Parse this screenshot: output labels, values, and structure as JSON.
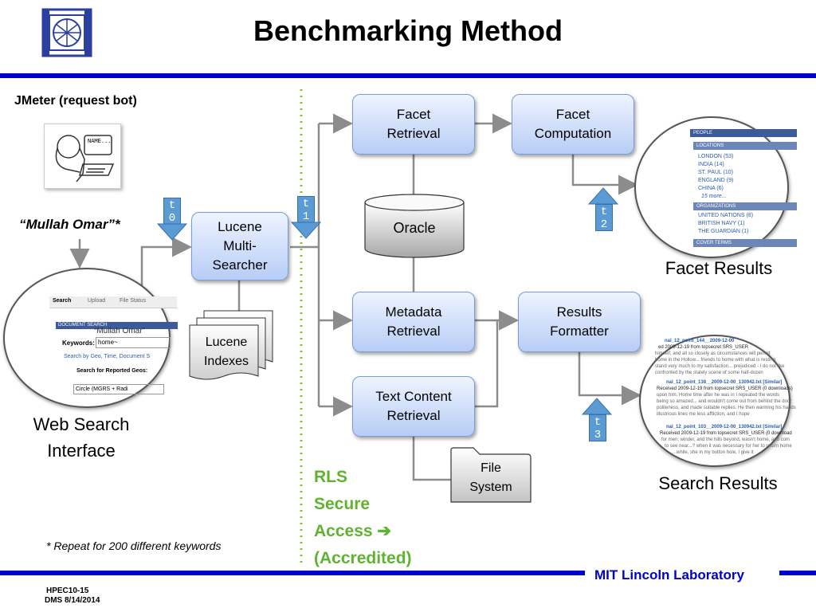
{
  "title": "Benchmarking Method",
  "jmeter_label": "JMeter (request bot)",
  "bot_scribble": "NAME...",
  "mullah_label": "“Mullah Omar”*",
  "boxes": {
    "lucene_searcher": "Lucene\nMulti-\nSearcher",
    "lucene_indexes": "Lucene\nIndexes",
    "facet_retrieval": "Facet\nRetrieval",
    "facet_computation": "Facet\nComputation",
    "oracle": "Oracle",
    "metadata_retrieval": "Metadata\nRetrieval",
    "results_formatter": "Results\nFormatter",
    "text_content_retrieval": "Text Content\nRetrieval",
    "file_system": "File\nSystem"
  },
  "timers": {
    "t0": "t\n0",
    "t1": "t\n1",
    "t2": "t\n2",
    "t3": "t\n3"
  },
  "facet_results_label": "Facet Results",
  "search_results_label": "Search Results",
  "web_search_label": "Web Search\nInterface",
  "rls_label": "RLS\nSecure\nAccess ➔\n(Accredited)",
  "footnote": "* Repeat for 200 different keywords",
  "footer": {
    "code": "HPEC10-15",
    "date": "DMS 8/14/2014",
    "lab": "MIT Lincoln Laboratory"
  },
  "web_search_ui": {
    "tabs": [
      "Search",
      "Upload",
      "File Status"
    ],
    "section": "DOCUMENT SEARCH",
    "hint": "“Mullah Omar”",
    "keywords_label": "Keywords:",
    "keywords_value": "home~",
    "search_by": "Search by Geo, Time, Document S",
    "reported_geos": "Search for Reported Geos:",
    "circle_select": "Circle (MGRS + Radi"
  },
  "facet_panel": {
    "people": "PEOPLE",
    "locations": "LOCATIONS",
    "location_items": [
      "LONDON (53)",
      "INDIA (14)",
      "ST. PAUL (10)",
      "ENGLAND (9)",
      "CHINA (6)",
      "15 more..."
    ],
    "organizations": "ORGANIZATIONS",
    "org_items": [
      "UNITED NATIONS (8)",
      "BRITISH NAVY (1)",
      "THE GUARDIAN (1)"
    ],
    "cover_terms": "COVER TERMS"
  },
  "search_panel": {
    "lines": [
      "nal_12_point_144__2009-12-00",
      "ed 2009-12-19 from topsecret SRS_USER",
      "himself, and all so closely as circumstances will permit",
      "home in the Hollow... friends to home with what is resting",
      "stand very much to my satisfaction... prejudiced - I do not like",
      "confronted by the stately scene of some half-dozen",
      "nal_12_point_138__2009-12-00_130942.txt   [Similar]",
      "Received 2009-12-19 from topsecret SRS_USER (0 downloads)",
      "upon him. Home time after he was in I repeated the words",
      "being so amazed... and wouldn't come out from behind the door",
      "politeness, and made suitable replies. He then warming his hands",
      "illustrious lines me less affliction, and I hope",
      "nal_12_point_103__2009-12-00_130942.txt   [Similar]",
      "Received 2009-12-19 from topsecret SRS_USER (0 download",
      "for men; winder, and the hills beyond, wasn't home, and com",
      "to see near...? when it was necessary for her to return home",
      "...while, she in my button hole, I give it"
    ]
  },
  "colors": {
    "accent": "#0000cc",
    "box_fill": "#b7cdf6",
    "green": "#5fb32e",
    "timer": "#5b9bd5"
  }
}
